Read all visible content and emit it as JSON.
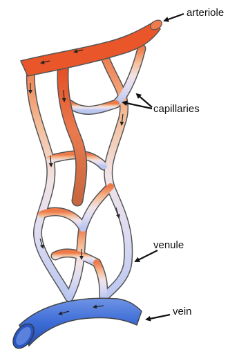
{
  "labels": {
    "arteriole": "arteriole",
    "capillaries": "capillaries",
    "venule": "venule",
    "vein": "vein"
  },
  "colors": {
    "arteriole": "#e8562a",
    "capillary_warm": "#f4b58a",
    "capillary_cool": "#e3e0f2",
    "venule": "#c9d0ee",
    "vein": "#3f6fd6"
  }
}
